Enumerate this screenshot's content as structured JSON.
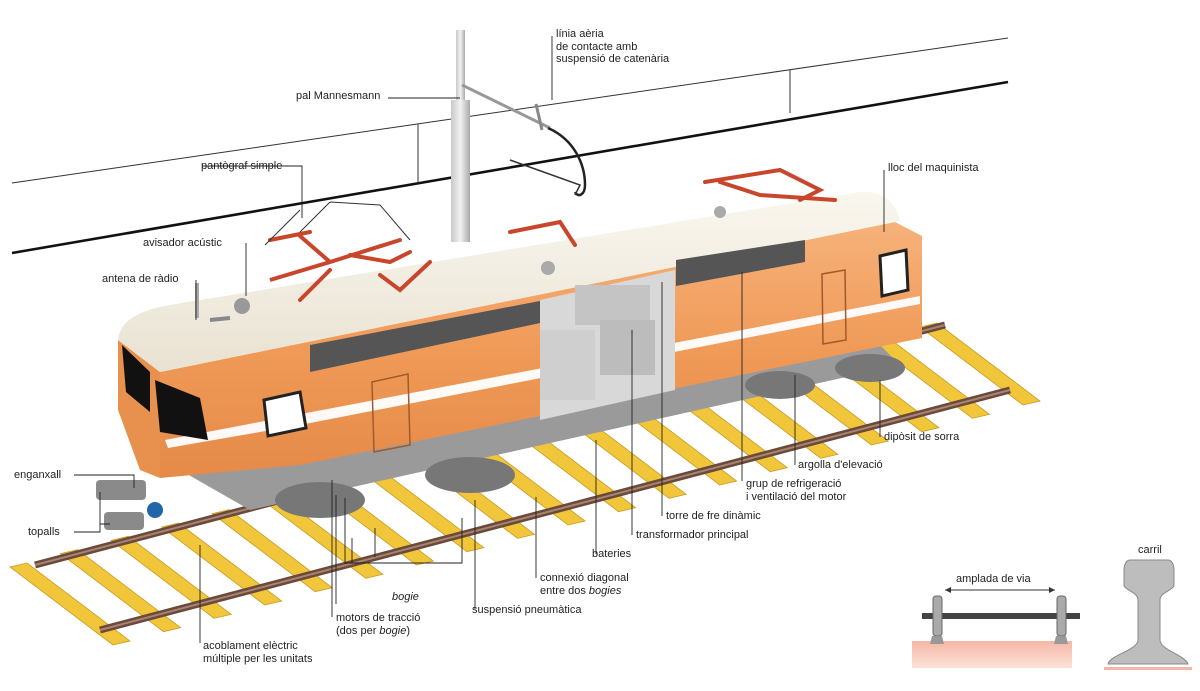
{
  "labels": {
    "linia": [
      "línia aèria",
      "de contacte amb",
      "suspensió de catenària"
    ],
    "pal": "pal Mannesmann",
    "pantograf": "pantògraf simple",
    "avisador": "avisador acústic",
    "antena": "antena de ràdio",
    "lloc": "lloc del maquinista",
    "diposit": "dipòsit de sorra",
    "argolla": "argolla d'elevació",
    "grup": [
      "grup de refrigeració",
      "i ventilació del motor"
    ],
    "torre": "torre de fre dinàmic",
    "transformador": "transformador principal",
    "bateries": "bateries",
    "connexio_1": "connexió diagonal",
    "connexio_2_pre": "entre dos ",
    "connexio_2_em": "bogies",
    "bogie": "bogie",
    "suspensio": "suspensió pneumàtica",
    "motors_1": "motors de tracció",
    "motors_2_pre": "(dos per ",
    "motors_2_em": "bogie",
    "motors_2_post": ")",
    "enganxall": "enganxall",
    "topalls": "topalls",
    "acoblament": [
      "acoblament elèctric",
      "múltiple per les unitats"
    ],
    "amplada": "amplada de via",
    "carril": "carril"
  },
  "colors": {
    "body_orange": "#f0a060",
    "roof_cream": "#f3eee2",
    "pantograph_red": "#c8462c",
    "sleeper_yellow": "#f2c63a",
    "rail_brown": "#7a5a4a",
    "stripe_white": "#ffffff",
    "ground_pink": "#f6c8b8"
  }
}
